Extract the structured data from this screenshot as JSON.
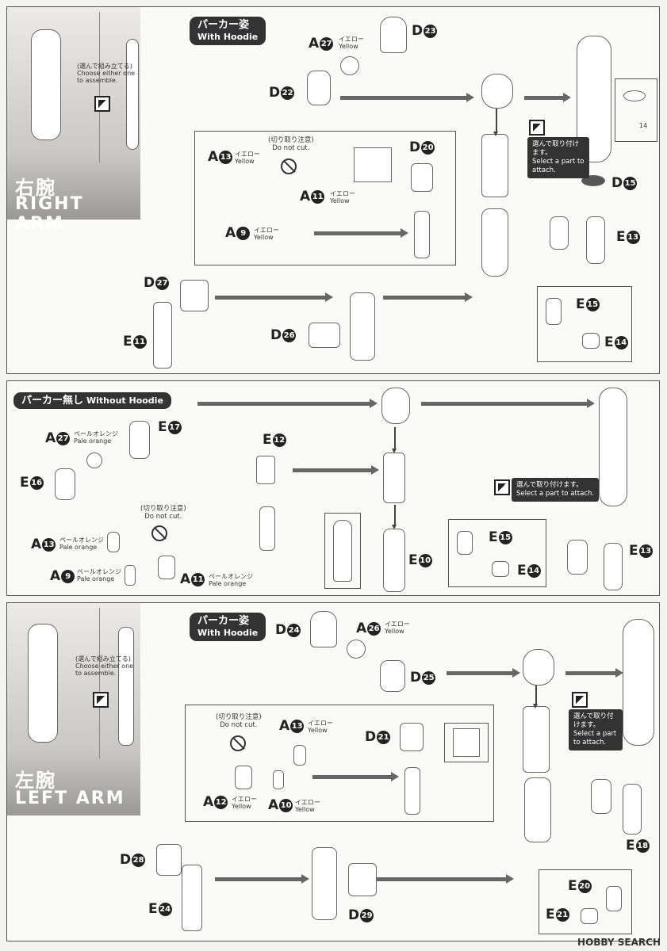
{
  "right_arm": {
    "title_jp": "右腕",
    "title_en": "RIGHT ARM",
    "choose_jp": "(選んで組み立てる)",
    "choose_en": "Choose either one to assemble.",
    "variant_jp": "パーカー姿",
    "variant_en": "With Hoodie",
    "labels": {
      "a27": "A",
      "a27n": "27",
      "a27c_jp": "イエロー",
      "a27c_en": "Yellow",
      "d23": "D",
      "d23n": "23",
      "d22": "D",
      "d22n": "22",
      "a13": "A",
      "a13n": "13",
      "a13c_jp": "イエロー",
      "a13c_en": "Yellow",
      "d20": "D",
      "d20n": "20",
      "a11": "A",
      "a11n": "11",
      "a11c_jp": "イエロー",
      "a11c_en": "Yellow",
      "a9": "A",
      "a9n": "9",
      "a9c_jp": "イエロー",
      "a9c_en": "Yellow",
      "d27": "D",
      "d27n": "27",
      "e11": "E",
      "e11n": "11",
      "d26": "D",
      "d26n": "26",
      "d15": "D",
      "d15n": "15",
      "e13": "E",
      "e13n": "13",
      "e15": "E",
      "e15n": "15",
      "e14": "E",
      "e14n": "14"
    },
    "nocut_jp": "(切り取り注意)",
    "nocut_en": "Do not cut.",
    "select_jp": "選んで取り付けます。",
    "select_en": "Select a part to attach.",
    "ref_num": "14"
  },
  "middle": {
    "variant_jp": "パーカー無し",
    "variant_en": "Without Hoodie",
    "labels": {
      "e17": "E",
      "e17n": "17",
      "a27": "A",
      "a27n": "27",
      "a27c_jp": "ペールオレンジ",
      "a27c_en": "Pale orange",
      "e16": "E",
      "e16n": "16",
      "e12": "E",
      "e12n": "12",
      "a13": "A",
      "a13n": "13",
      "a13c_jp": "ペールオレンジ",
      "a13c_en": "Pale orange",
      "a9": "A",
      "a9n": "9",
      "a9c_jp": "ペールオレンジ",
      "a9c_en": "Pale orange",
      "a11": "A",
      "a11n": "11",
      "a11c_jp": "ペールオレンジ",
      "a11c_en": "Pale orange",
      "e10": "E",
      "e10n": "10",
      "e15": "E",
      "e15n": "15",
      "e14": "E",
      "e14n": "14",
      "e13": "E",
      "e13n": "13"
    },
    "nocut_jp": "(切り取り注意)",
    "nocut_en": "Do not cut.",
    "select_jp": "選んで取り付けます。",
    "select_en": "Select a part to attach."
  },
  "left_arm": {
    "title_jp": "左腕",
    "title_en": "LEFT ARM",
    "choose_jp": "(選んで組み立てる)",
    "choose_en": "Choose either one to assemble.",
    "variant_jp": "パーカー姿",
    "variant_en": "With Hoodie",
    "labels": {
      "d24": "D",
      "d24n": "24",
      "a26": "A",
      "a26n": "26",
      "a26c_jp": "イエロー",
      "a26c_en": "Yellow",
      "d25": "D",
      "d25n": "25",
      "a13": "A",
      "a13n": "13",
      "a13c_jp": "イエロー",
      "a13c_en": "Yellow",
      "d21": "D",
      "d21n": "21",
      "a12": "A",
      "a12n": "12",
      "a12c_jp": "イエロー",
      "a12c_en": "Yellow",
      "a10": "A",
      "a10n": "10",
      "a10c_jp": "イエロー",
      "a10c_en": "Yellow",
      "d28": "D",
      "d28n": "28",
      "e24": "E",
      "e24n": "24",
      "d29": "D",
      "d29n": "29",
      "e18": "E",
      "e18n": "18",
      "e20": "E",
      "e20n": "20",
      "e21": "E",
      "e21n": "21"
    },
    "nocut_jp": "(切り取り注意)",
    "nocut_en": "Do not cut.",
    "select_jp": "選んで取り付けます。",
    "select_en": "Select a part to attach."
  },
  "footer": "HOBBY SEARCH"
}
